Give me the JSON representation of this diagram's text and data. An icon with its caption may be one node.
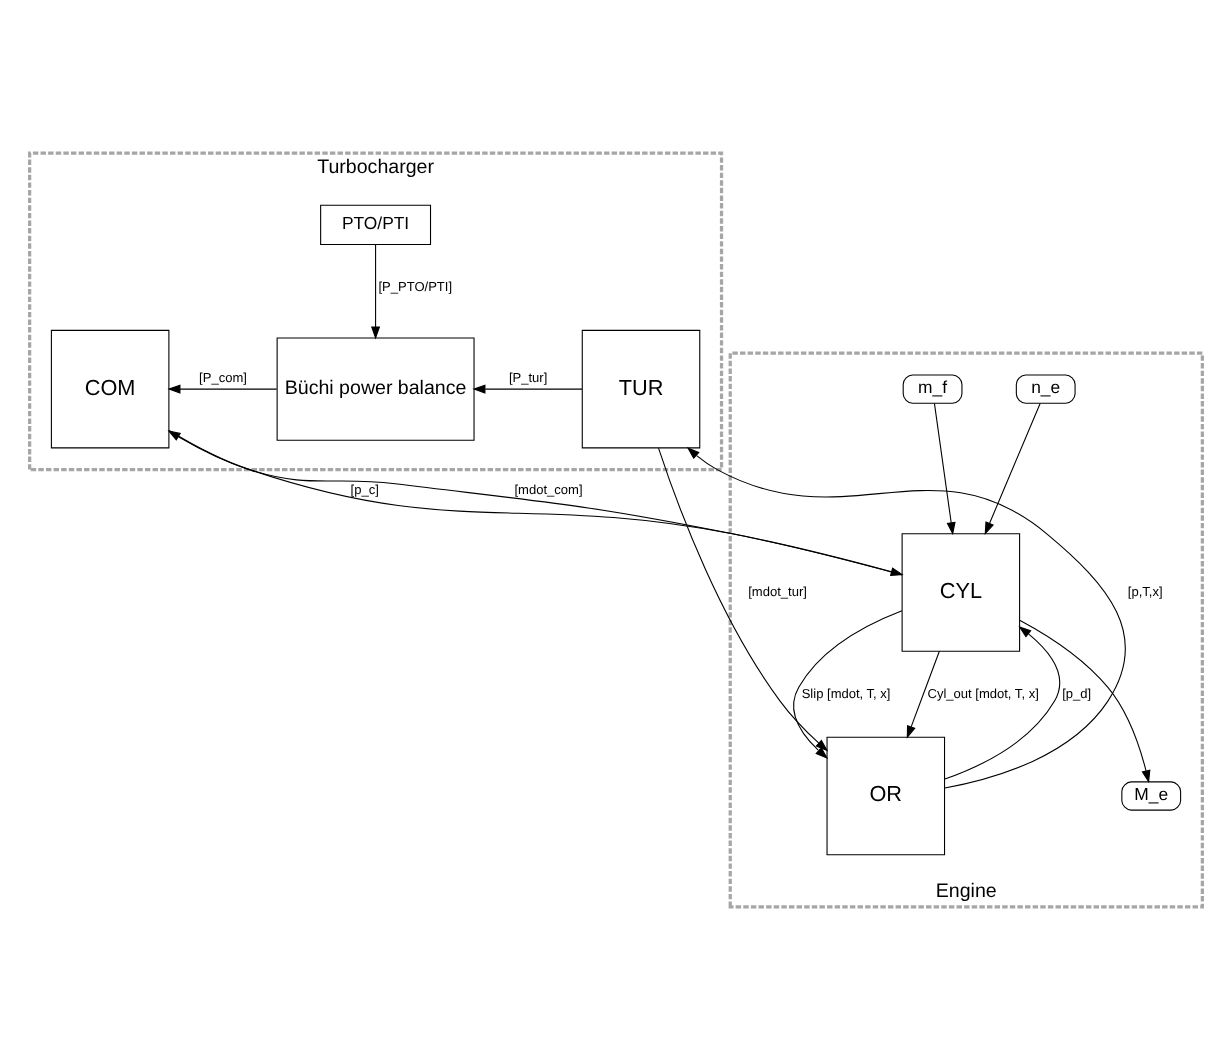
{
  "diagram": {
    "nodes": [
      {
        "text": [
          "Turbocharger"
        ]
      },
      {
        "text": [
          "PTO/PTI"
        ],
        "in": 0
      },
      {
        "text": [
          "Büchi power balance"
        ],
        "in": 0
      },
      {
        "text": [
          "COM"
        ],
        "in": 0
      },
      {
        "text": [
          "TUR"
        ],
        "in": 0
      },
      {
        "text": [
          "Engine"
        ]
      },
      {
        "text": [
          "CYL"
        ],
        "in": 5
      },
      {
        "text": [
          "OR"
        ],
        "in": 5
      },
      {
        "text": [
          "n_e"
        ],
        "in": 5
      },
      {
        "text": [
          "m_f"
        ],
        "in": 5
      },
      {
        "text": [
          "M_e"
        ],
        "in": 5
      }
    ],
    "edges": [
      {
        "from": 1,
        "to": 2,
        "arrow": "to",
        "label": "[P_PTO/PTI]"
      },
      {
        "from": 2,
        "to": 3,
        "arrow": "to",
        "label": "[P_com]"
      },
      {
        "from": 4,
        "to": 2,
        "arrow": "to",
        "label": "[P_tur]"
      },
      {
        "from": 3,
        "to": 6,
        "arrow": "to",
        "label": "[p_c]"
      },
      {
        "from": 6,
        "to": 3,
        "arrow": "to",
        "label": "[mdot_com]"
      },
      {
        "from": 4,
        "to": 7,
        "arrow": "to",
        "label": "[mdot_tur]"
      },
      {
        "from": 7,
        "to": 4,
        "arrow": "to",
        "label": "[p,T,x]"
      },
      {
        "from": 6,
        "to": 7,
        "arrow": "to",
        "label": "Slip [mdot, T, x]"
      },
      {
        "from": 6,
        "to": 7,
        "arrow": "to",
        "label": "Cyl_out [mdot, T, x]"
      },
      {
        "from": 7,
        "to": 6,
        "arrow": "to",
        "label": "[p_d]"
      },
      {
        "from": 8,
        "to": 6,
        "arrow": "to"
      },
      {
        "from": 9,
        "to": 6,
        "arrow": "to"
      },
      {
        "from": 6,
        "to": 10,
        "arrow": "to"
      }
    ]
  }
}
